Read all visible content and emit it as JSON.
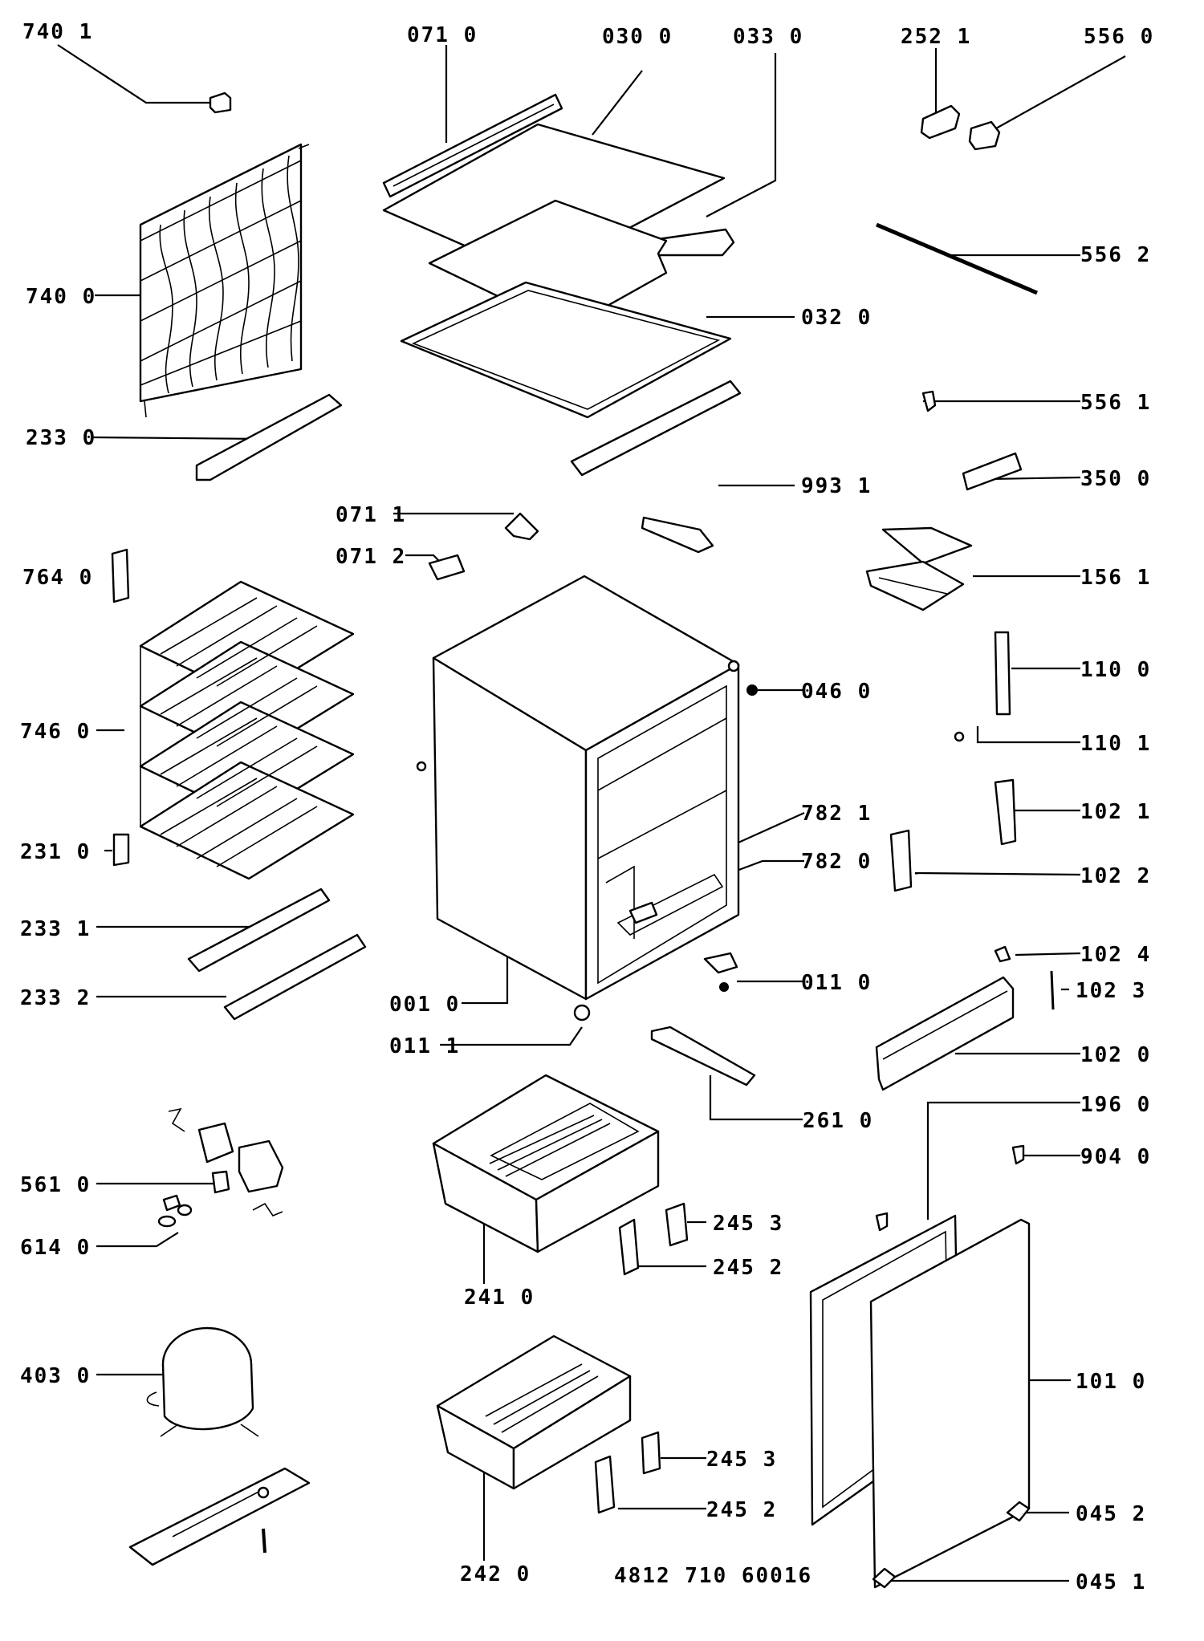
{
  "labels": {
    "l7401": "740 1",
    "l0710": "071 0",
    "l0300": "030 0",
    "l0330": "033 0",
    "l2521": "252 1",
    "l5560": "556 0",
    "l7400": "740 0",
    "l5562": "556 2",
    "l0320": "032 0",
    "l5561": "556 1",
    "l2330": "233 0",
    "l3500": "350 0",
    "l9931": "993 1",
    "l0711": "071 1",
    "l0712": "071 2",
    "l1561": "156 1",
    "l7640": "764 0",
    "l0460": "046 0",
    "l1100": "110 0",
    "l7460": "746 0",
    "l1101": "110 1",
    "l7821": "782 1",
    "l1021": "102 1",
    "l2310": "231 0",
    "l7820": "782 0",
    "l1022": "102 2",
    "l2331": "233 1",
    "l1024": "102 4",
    "l0110": "011 0",
    "l1023": "102 3",
    "l2332": "233 2",
    "l0010": "001 0",
    "l0111": "011 1",
    "l1020": "102 0",
    "l1960": "196 0",
    "l2610": "261 0",
    "l9040": "904 0",
    "l5610": "561 0",
    "l2453a": "245 3",
    "l6140": "614 0",
    "l2452a": "245 2",
    "l2410": "241 0",
    "l4030": "403 0",
    "l1010": "101 0",
    "l2453b": "245 3",
    "l2452b": "245 2",
    "l0452": "045 2",
    "l2420": "242 0",
    "l0451": "045 1",
    "docnum": "4812  710 60016"
  }
}
